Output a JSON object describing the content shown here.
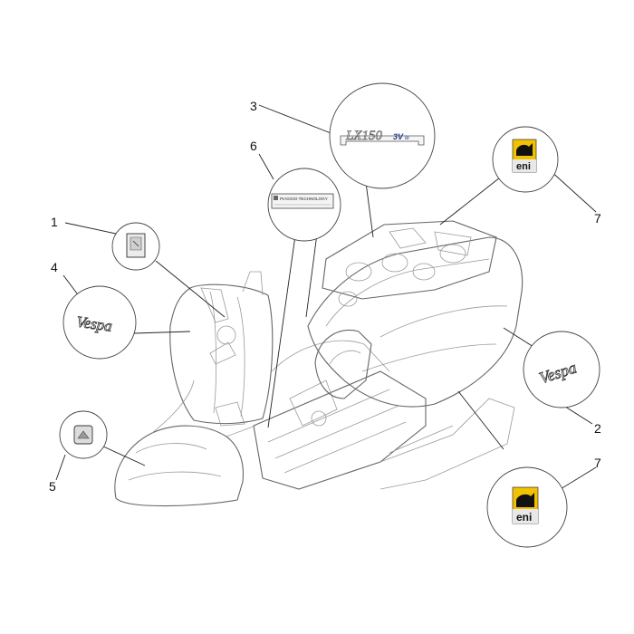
{
  "callouts": [
    {
      "id": "1",
      "label": "1"
    },
    {
      "id": "2",
      "label": "2"
    },
    {
      "id": "3",
      "label": "3"
    },
    {
      "id": "4",
      "label": "4"
    },
    {
      "id": "5",
      "label": "5"
    },
    {
      "id": "6",
      "label": "6"
    },
    {
      "id": "7a",
      "label": "7"
    },
    {
      "id": "7b",
      "label": "7"
    }
  ],
  "decals": {
    "model_badge": "LX150",
    "model_badge_sub": "3V",
    "model_badge_tail": "ie",
    "brand_script": "Vespa",
    "tech_label": "PIAGGIO TECHNOLOGY",
    "sponsor": "eni"
  },
  "colors": {
    "line": "#222222",
    "drawing": "#9a9a9a",
    "badge_blue": "#2c3f8f",
    "eni_yellow": "#f2c100"
  }
}
